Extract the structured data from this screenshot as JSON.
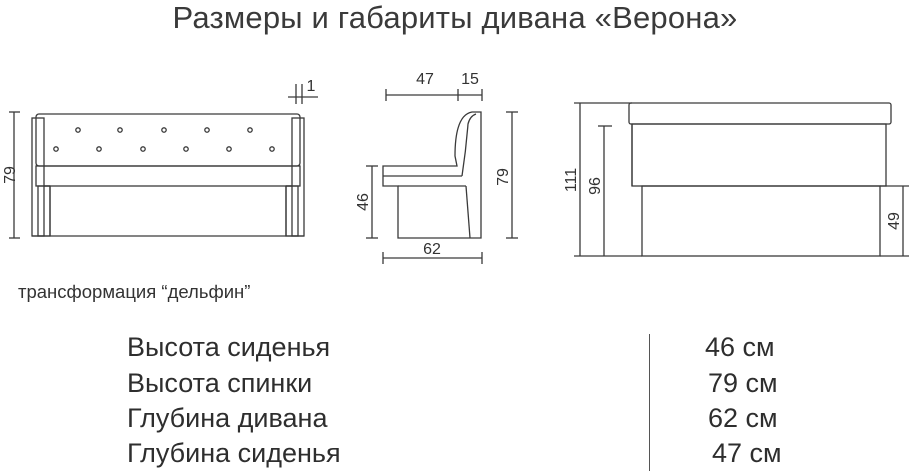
{
  "title": "Размеры и габариты дивана «Верона»",
  "caption": "трансформация “дельфин”",
  "dimensions": {
    "front_height": "79",
    "front_gap": "1",
    "side_seat_depth": "47",
    "side_back_thickness": "15",
    "side_seat_height": "46",
    "side_total_height": "79",
    "side_total_depth": "62",
    "unfolded_total_height": "111",
    "unfolded_back_height": "96",
    "unfolded_seat_height": "49"
  },
  "specs": [
    {
      "label": "Высота сиденья",
      "value": "46 см"
    },
    {
      "label": "Высота спинки",
      "value": "79 см"
    },
    {
      "label": "Глубина дивана",
      "value": "62 см"
    },
    {
      "label": "Глубина сиденья",
      "value": "47 см"
    }
  ],
  "colors": {
    "line": "#3a3a3a",
    "text": "#2e2e2e"
  }
}
